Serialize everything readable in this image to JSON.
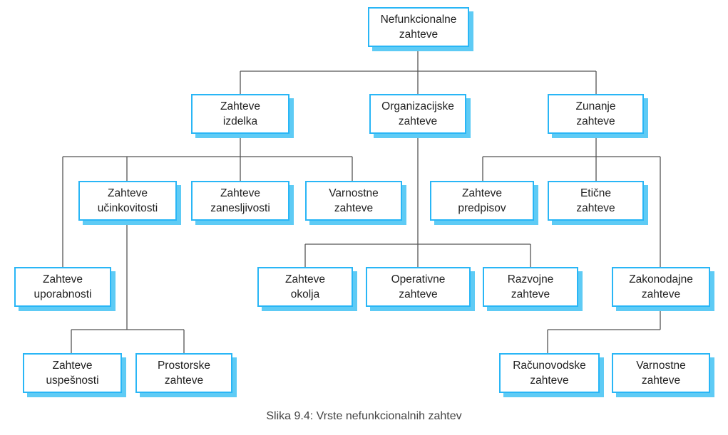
{
  "nodes": [
    {
      "id": "root",
      "lines": [
        "Nefunkcionalne",
        "zahteve"
      ]
    },
    {
      "id": "izdelka",
      "lines": [
        "Zahteve",
        "izdelka"
      ]
    },
    {
      "id": "organizacijske",
      "lines": [
        "Organizacijske",
        "zahteve"
      ]
    },
    {
      "id": "zunanje",
      "lines": [
        "Zunanje",
        "zahteve"
      ]
    },
    {
      "id": "ucinkovitosti",
      "lines": [
        "Zahteve",
        "učinkovitosti"
      ]
    },
    {
      "id": "zanesljivosti",
      "lines": [
        "Zahteve",
        "zanesljivosti"
      ]
    },
    {
      "id": "varnostne1",
      "lines": [
        "Varnostne",
        "zahteve"
      ]
    },
    {
      "id": "predpisov",
      "lines": [
        "Zahteve",
        "predpisov"
      ]
    },
    {
      "id": "eticne",
      "lines": [
        "Etične",
        "zahteve"
      ]
    },
    {
      "id": "uporabnosti",
      "lines": [
        "Zahteve",
        "uporabnosti"
      ]
    },
    {
      "id": "okolja",
      "lines": [
        "Zahteve",
        "okolja"
      ]
    },
    {
      "id": "operativne",
      "lines": [
        "Operativne",
        "zahteve"
      ]
    },
    {
      "id": "razvojne",
      "lines": [
        "Razvojne",
        "zahteve"
      ]
    },
    {
      "id": "zakonodajne",
      "lines": [
        "Zakonodajne",
        "zahteve"
      ]
    },
    {
      "id": "uspesnosti",
      "lines": [
        "Zahteve",
        "uspešnosti"
      ]
    },
    {
      "id": "prostorske",
      "lines": [
        "Prostorske",
        "zahteve"
      ]
    },
    {
      "id": "racunovodske",
      "lines": [
        "Računovodske",
        "zahteve"
      ]
    },
    {
      "id": "varnostne2",
      "lines": [
        "Varnostne",
        "zahteve"
      ]
    }
  ],
  "caption": "Slika 9.4: Vrste nefunkcionalnih zahtev",
  "colors": {
    "border": "#29b6f6",
    "shadow": "#5ecbf5",
    "line": "#555555"
  }
}
